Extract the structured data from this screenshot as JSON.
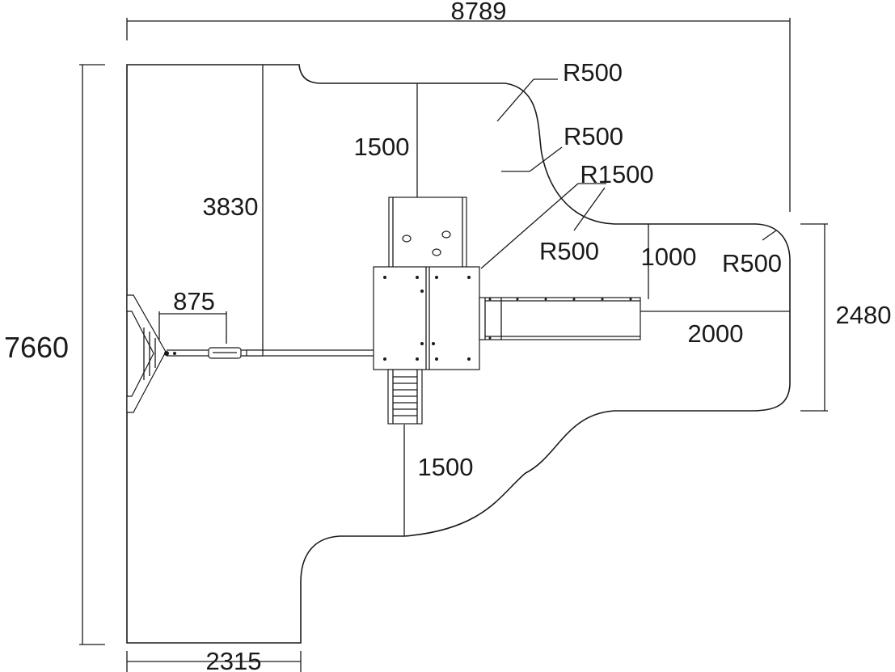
{
  "drawing": {
    "colors": {
      "line": "#1a1a1a",
      "background": "#ffffff"
    },
    "dimensions": {
      "overall_width": "8789",
      "overall_height": "7660",
      "bottom_width": "2315",
      "swing_offset": "875",
      "swing_to_top": "3830",
      "top_clearance": "1500",
      "bottom_clearance": "1500",
      "slide_clearance_top": "1000",
      "slide_clearance_end": "2000",
      "right_section_height": "2480"
    },
    "radii": {
      "r1": "R500",
      "r2": "R500",
      "r3": "R1500",
      "r4": "R500",
      "r5": "R500"
    }
  }
}
